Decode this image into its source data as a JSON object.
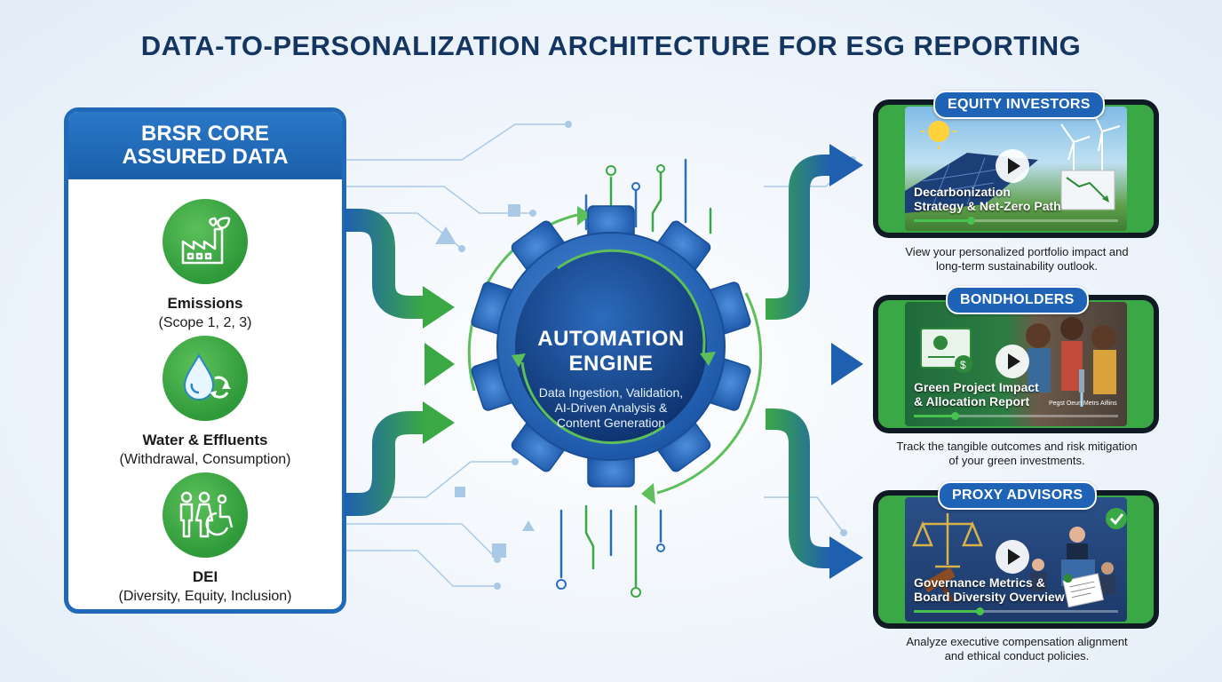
{
  "title": "DATA-TO-PERSONALIZATION ARCHITECTURE FOR ESG REPORTING",
  "colors": {
    "navy": "#14355f",
    "brand_blue": "#1f69b8",
    "green": "#3aa845",
    "gear_blue": "#2b6dc0"
  },
  "source": {
    "title_line1": "BRSR CORE",
    "title_line2": "ASSURED DATA",
    "metrics": [
      {
        "icon": "factory-leaf-icon",
        "name": "Emissions",
        "sub": "(Scope 1, 2, 3)"
      },
      {
        "icon": "water-drop-recycle-icon",
        "name": "Water & Effluents",
        "sub": "(Withdrawal, Consumption)"
      },
      {
        "icon": "people-diversity-icon",
        "name": "DEI",
        "sub": "(Diversity, Equity, Inclusion)"
      }
    ]
  },
  "engine": {
    "title_line1": "AUTOMATION",
    "title_line2": "ENGINE",
    "desc_line1": "Data Ingestion, Validation,",
    "desc_line2": "AI-Driven Analysis &",
    "desc_line3": "Content Generation"
  },
  "audiences": [
    {
      "label": "EQUITY INVESTORS",
      "video_line1": "Decarbonization",
      "video_line2": "Strategy & Net-Zero Path",
      "progress": 0.28,
      "desc_line1": "View your personalized portfolio impact and",
      "desc_line2": "long-term sustainability outlook."
    },
    {
      "label": "BONDHOLDERS",
      "video_line1": "Green Project Impact",
      "video_line2": "& Allocation Report",
      "video_extra": "Pegst Oeun Metrs Aifiins",
      "progress": 0.2,
      "desc_line1": "Track the tangible outcomes and risk mitigation",
      "desc_line2": "of your green investments."
    },
    {
      "label": "PROXY ADVISORS",
      "video_line1": "Governance Metrics &",
      "video_line2": "Board Diversity Overview",
      "progress": 0.32,
      "desc_line1": "Analyze executive compensation alignment",
      "desc_line2": "and ethical conduct policies."
    }
  ]
}
